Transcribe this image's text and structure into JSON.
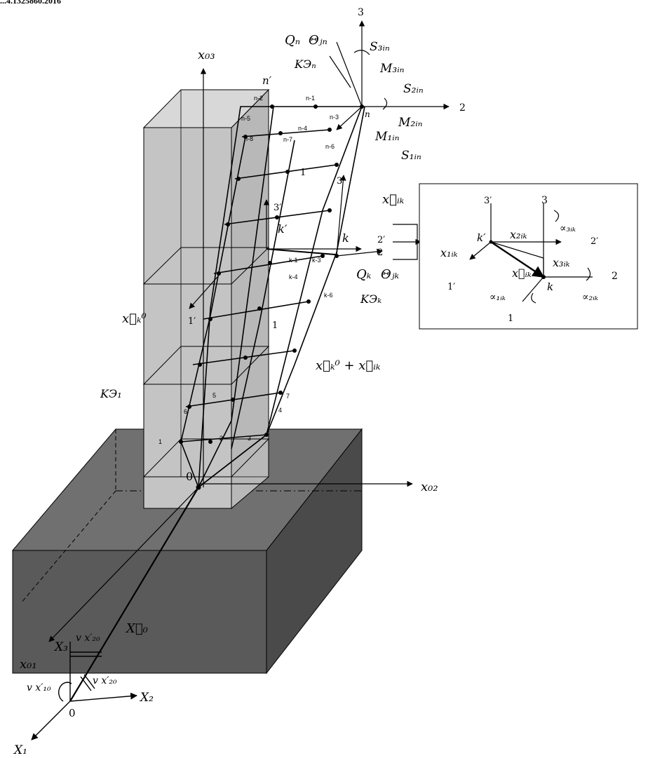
{
  "header_fragment": "...4.1325860.2016",
  "labels": {
    "x03": "x₀₃",
    "x02": "x₀₂",
    "x01": "x₀₁",
    "X0_vec": "X⃛₀",
    "X1": "X₁",
    "X2": "X₂",
    "X3": "X₃",
    "origin_0": "0",
    "origin_bottom": "0",
    "vx10": "v x′₁₀",
    "vx20_top": "v x′₂₀",
    "vx20_right": "v x′₂₀",
    "axis3": "3",
    "axis2": "2",
    "Qn": "Qₙ",
    "Theta_jn": "Θⱼₙ",
    "KE_n": "KЭₙ",
    "S3in": "S₃ᵢₙ",
    "M3in": "M₃ᵢₙ",
    "S2in": "S₂ᵢₙ",
    "M2in": "M₂ᵢₙ",
    "M1in": "M₁ᵢₙ",
    "S1in": "S₁ᵢₙ",
    "n_prime": "n′",
    "n": "n",
    "xik": "x⃗ᵢₖ",
    "k_prime": "k′",
    "k": "k",
    "three_prime": "3′",
    "two_prime": "2′",
    "two": "2",
    "three": "3",
    "one": "1",
    "one_b": "1",
    "Qk": "Qₖ",
    "Theta_jk": "Θⱼₖ",
    "KE_k": "KЭₖ",
    "xk0": "x⃗ₖ⁰",
    "one_prime": "1′",
    "xk0_plus_xik": "x⃗ₖ⁰ + x⃗ᵢₖ",
    "KE_1": "KЭ₁"
  },
  "node_numbers": [
    "1",
    "2",
    "3",
    "4",
    "5",
    "6",
    "7",
    "n-2",
    "n-1",
    "n-3",
    "n-4",
    "n-5",
    "n-6",
    "n-7",
    "n-8",
    "k-1",
    "k-3",
    "k-4",
    "k-6"
  ],
  "inset": {
    "three_prime": "3′",
    "three": "3",
    "two_prime": "2′",
    "two": "2",
    "one_prime": "1′",
    "one": "1",
    "k_prime": "k′",
    "k": "k",
    "x1ik": "x₁ᵢₖ",
    "x2ik": "x₂ᵢₖ",
    "x3ik": "x₃ᵢₖ",
    "xik": "x⃗ᵢₖ",
    "a1ik": "∝₁ᵢₖ",
    "a2ik": "∝₂ᵢₖ",
    "a3ik": "∝₃ᵢₖ"
  },
  "colors": {
    "foundation_top": "#707070",
    "foundation_front": "#5a5a5a",
    "foundation_side": "#4a4a4a",
    "column_face": "#c4c4c4",
    "column_top": "#d8d8d8",
    "line": "#000000"
  }
}
